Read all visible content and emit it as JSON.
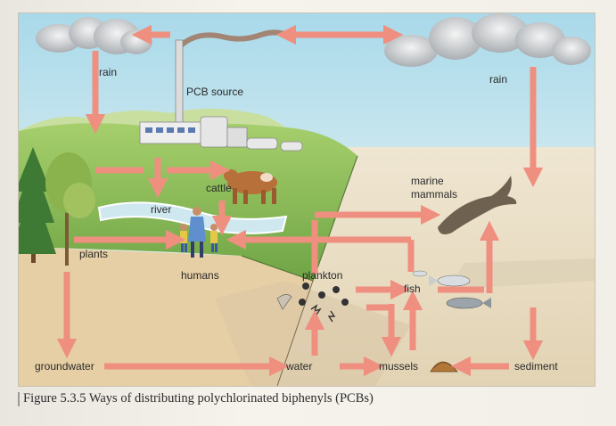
{
  "caption": "Figure 5.3.5 Ways of distributing polychlorinated biphenyls (PCBs)",
  "labels": {
    "rain_left": "rain",
    "rain_right": "rain",
    "pcb_source": "PCB source",
    "cattle": "cattle",
    "river": "river",
    "marine_mammals_line1": "marine",
    "marine_mammals_line2": "mammals",
    "plants": "plants",
    "humans": "humans",
    "plankton": "plankton",
    "fish": "fish",
    "groundwater": "groundwater",
    "water": "water",
    "mussels": "mussels",
    "sediment": "sediment"
  },
  "colors": {
    "arrow": "#ef8f80",
    "sky": "#bfe3ee",
    "land": "#8cbd5a",
    "sea": "#e9dfc8",
    "soil": "#e3cba2"
  }
}
